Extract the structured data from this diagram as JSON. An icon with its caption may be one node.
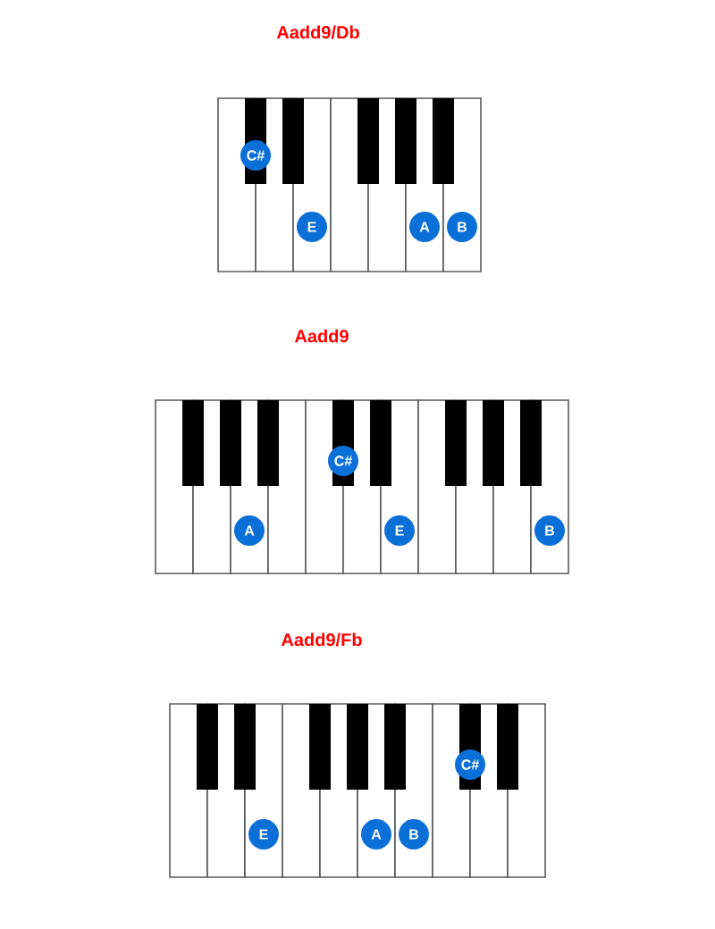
{
  "diagram": {
    "nodes": [
      {
        "text": [
          "Aadd9/Db"
        ]
      },
      {
        "text": [
          "C#"
        ],
        "in": 0
      },
      {
        "text": [
          "E"
        ],
        "in": 0
      },
      {
        "text": [
          "A"
        ],
        "in": 0
      },
      {
        "text": [
          "B"
        ],
        "in": 0
      },
      {
        "text": [
          "Aadd9"
        ]
      },
      {
        "text": [
          "A"
        ],
        "in": 5
      },
      {
        "text": [
          "C#"
        ],
        "in": 5
      },
      {
        "text": [
          "E"
        ],
        "in": 5
      },
      {
        "text": [
          "B"
        ],
        "in": 5
      },
      {
        "text": [
          "Aadd9/Fb"
        ]
      },
      {
        "text": [
          "E"
        ],
        "in": 10
      },
      {
        "text": [
          "A"
        ],
        "in": 10
      },
      {
        "text": [
          "B"
        ],
        "in": 10
      },
      {
        "text": [
          "C#"
        ],
        "in": 10
      }
    ],
    "edges": []
  }
}
